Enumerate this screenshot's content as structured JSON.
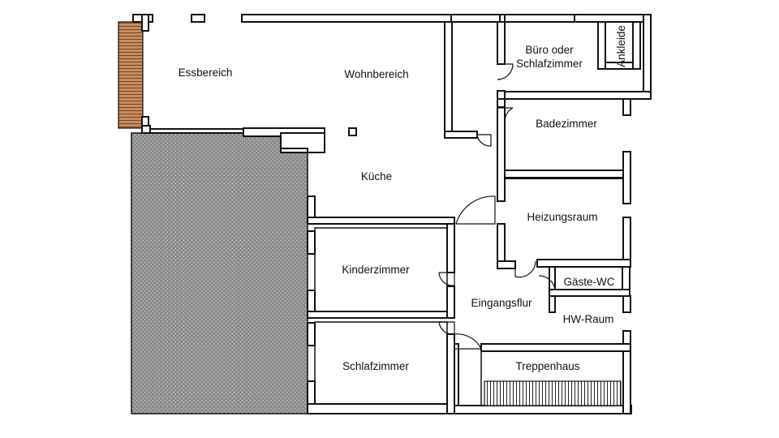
{
  "rooms": {
    "essbereich": "Essbereich",
    "wohnbereich": "Wohnbereich",
    "kueche": "Küche",
    "buero_line1": "Büro oder",
    "buero_line2": "Schlafzimmer",
    "ankleide": "Ankleide",
    "badezimmer": "Badezimmer",
    "heizungsraum": "Heizungsraum",
    "gaeste_wc": "Gäste-WC",
    "hw_raum": "HW-Raum",
    "kinderzimmer": "Kinderzimmer",
    "eingangsflur": "Eingangsflur",
    "schlafzimmer": "Schlafzimmer",
    "treppenhaus": "Treppenhaus"
  },
  "colors": {
    "wall": "#111111",
    "terrace": "#8c8c8c",
    "chimney": "#c98d5e"
  }
}
